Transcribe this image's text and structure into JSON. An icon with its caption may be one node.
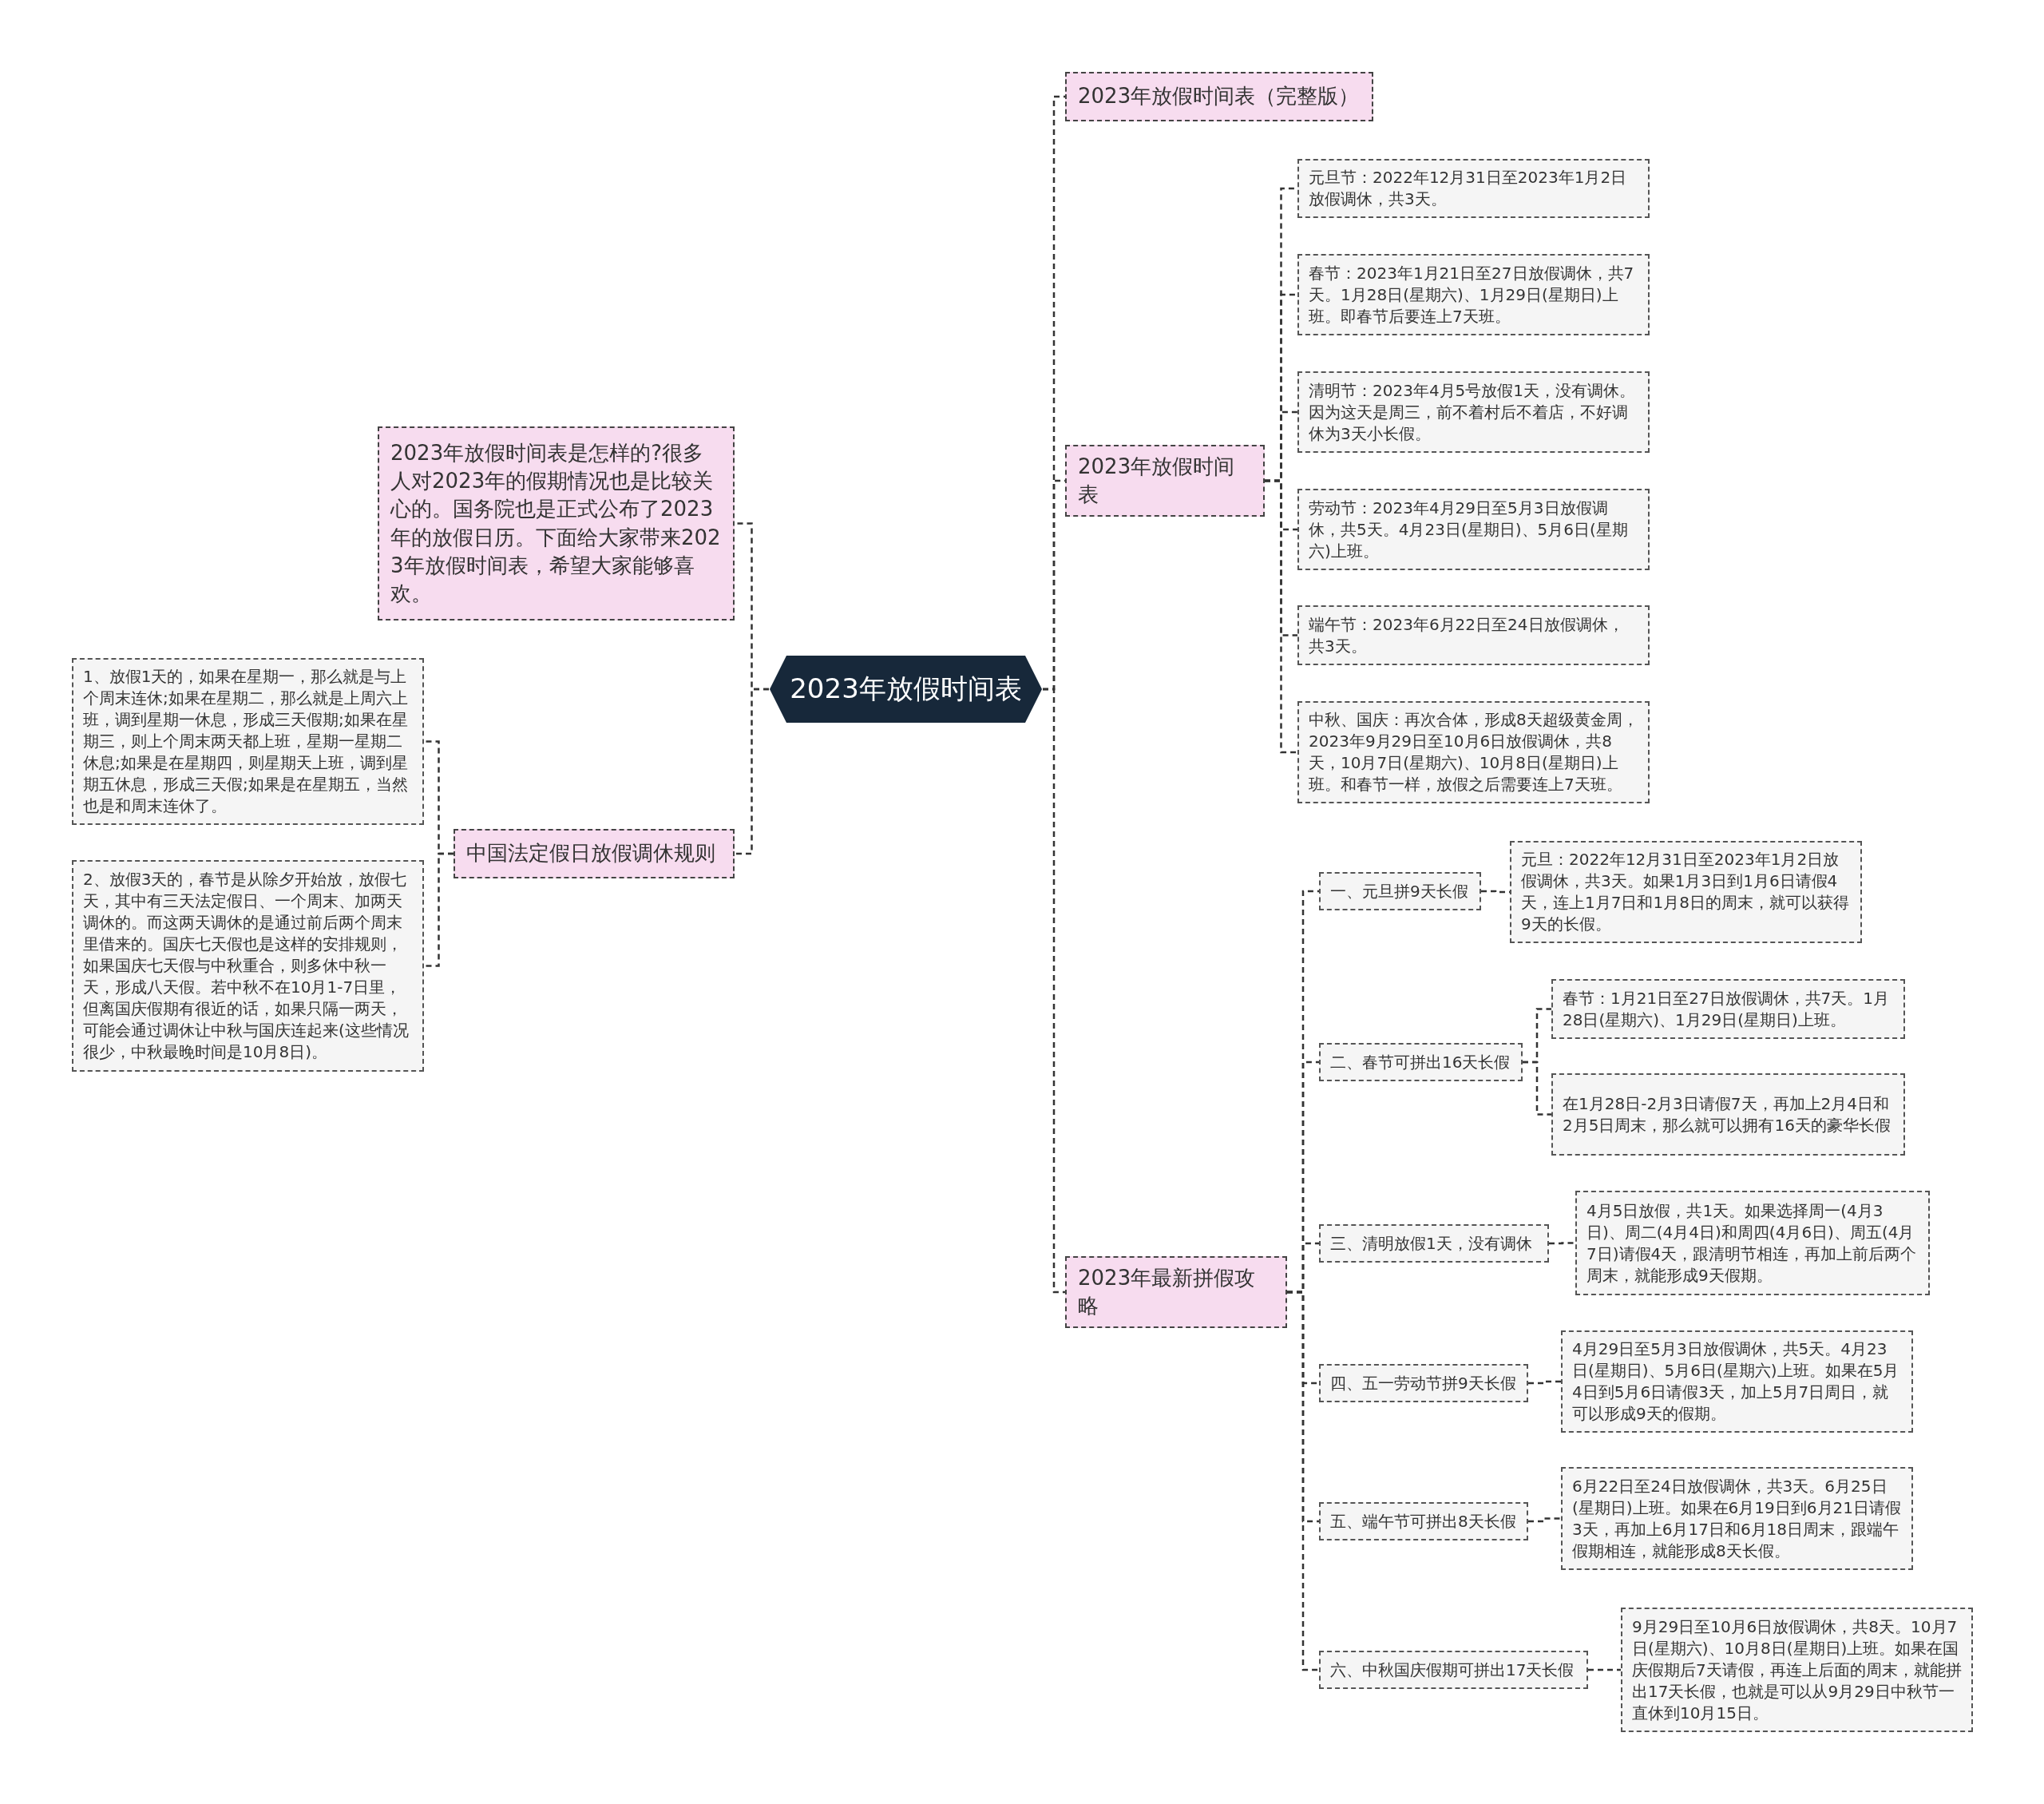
{
  "diagram": {
    "nodes": [
      {
        "text": [
          "2023年放假时间表"
        ]
      },
      {
        "text": [
          "2023年放假时间表是怎样的?很多人对2023年的假期情况也是比较关心的。国务院也是正式公布了2023年的放假日历。下面给大家带来2023年放假时间表，希望大家能够喜欢。"
        ]
      },
      {
        "text": [
          "中国法定假日放假调休规则"
        ]
      },
      {
        "text": [
          "1、放假1天的，如果在星期一，那么就是与上个周末连休;如果在星期二，那么就是上周六上班，调到星期一休息，形成三天假期;如果在星期三，则上个周末两天都上班，星期一星期二休息;如果是在星期四，则星期天上班，调到星期五休息，形成三天假;如果是在星期五，当然也是和周末连休了。"
        ]
      },
      {
        "text": [
          "2、放假3天的，春节是从除夕开始放，放假七天，其中有三天法定假日、一个周末、加两天调休的。而这两天调休的是通过前后两个周末里借来的。国庆七天假也是这样的安排规则，如果国庆七天假与中秋重合，则多休中秋一天，形成八天假。若中秋不在10月1-7日里，但离国庆假期有很近的话，如果只隔一两天，可能会通过调休让中秋与国庆连起来(这些情况很少，中秋最晚时间是10月8日)。"
        ]
      },
      {
        "text": [
          "2023年放假时间表（完整版）"
        ]
      },
      {
        "text": [
          "2023年放假时间表"
        ]
      },
      {
        "text": [
          "元旦节：2022年12月31日至2023年1月2日放假调休，共3天。"
        ]
      },
      {
        "text": [
          "春节：2023年1月21日至27日放假调休，共7天。1月28日(星期六)、1月29日(星期日)上班。即春节后要连上7天班。"
        ]
      },
      {
        "text": [
          "清明节：2023年4月5号放假1天，没有调休。因为这天是周三，前不着村后不着店，不好调休为3天小长假。"
        ]
      },
      {
        "text": [
          "劳动节：2023年4月29日至5月3日放假调休，共5天。4月23日(星期日)、5月6日(星期六)上班。"
        ]
      },
      {
        "text": [
          "端午节：2023年6月22日至24日放假调休，共3天。"
        ]
      },
      {
        "text": [
          "中秋、国庆：再次合体，形成8天超级黄金周，2023年9月29日至10月6日放假调休，共8天，10月7日(星期六)、10月8日(星期日)上班。和春节一样，放假之后需要连上7天班。"
        ]
      },
      {
        "text": [
          "2023年最新拼假攻略"
        ]
      },
      {
        "text": [
          "一、元旦拼9天长假"
        ]
      },
      {
        "text": [
          "元旦：2022年12月31日至2023年1月2日放假调休，共3天。如果1月3日到1月6日请假4天，连上1月7日和1月8日的周末，就可以获得9天的长假。"
        ]
      },
      {
        "text": [
          "二、春节可拼出16天长假"
        ]
      },
      {
        "text": [
          "春节：1月21日至27日放假调休，共7天。1月28日(星期六)、1月29日(星期日)上班。"
        ]
      },
      {
        "text": [
          "在1月28日-2月3日请假7天，再加上2月4日和2月5日周末，那么就可以拥有16天的豪华长假"
        ]
      },
      {
        "text": [
          "三、清明放假1天，没有调休"
        ]
      },
      {
        "text": [
          "4月5日放假，共1天。如果选择周一(4月3日)、周二(4月4日)和周四(4月6日)、周五(4月7日)请假4天，跟清明节相连，再加上前后两个周末，就能形成9天假期。"
        ]
      },
      {
        "text": [
          "四、五一劳动节拼9天长假"
        ]
      },
      {
        "text": [
          "4月29日至5月3日放假调休，共5天。4月23日(星期日)、5月6日(星期六)上班。如果在5月4日到5月6日请假3天，加上5月7日周日，就可以形成9天的假期。"
        ]
      },
      {
        "text": [
          "五、端午节可拼出8天长假"
        ]
      },
      {
        "text": [
          "6月22日至24日放假调休，共3天。6月25日(星期日)上班。如果在6月19日到6月21日请假3天，再加上6月17日和6月18日周末，跟端午假期相连，就能形成8天长假。"
        ]
      },
      {
        "text": [
          "六、中秋国庆假期可拼出17天长假"
        ]
      },
      {
        "text": [
          "9月29日至10月6日放假调休，共8天。10月7日(星期六)、10月8日(星期日)上班。如果在国庆假期后7天请假，再连上后面的周末，就能拼出17天长假，也就是可以从9月29日中秋节一直休到10月15日。"
        ]
      }
    ],
    "edges": [
      {
        "from": 0,
        "to": 1,
        "arrow": "none"
      },
      {
        "from": 0,
        "to": 2,
        "arrow": "none"
      },
      {
        "from": 2,
        "to": 3,
        "arrow": "none"
      },
      {
        "from": 2,
        "to": 4,
        "arrow": "none"
      },
      {
        "from": 0,
        "to": 5,
        "arrow": "none"
      },
      {
        "from": 0,
        "to": 6,
        "arrow": "none"
      },
      {
        "from": 6,
        "to": 7,
        "arrow": "none"
      },
      {
        "from": 6,
        "to": 8,
        "arrow": "none"
      },
      {
        "from": 6,
        "to": 9,
        "arrow": "none"
      },
      {
        "from": 6,
        "to": 10,
        "arrow": "none"
      },
      {
        "from": 6,
        "to": 11,
        "arrow": "none"
      },
      {
        "from": 6,
        "to": 12,
        "arrow": "none"
      },
      {
        "from": 0,
        "to": 13,
        "arrow": "none"
      },
      {
        "from": 13,
        "to": 14,
        "arrow": "none"
      },
      {
        "from": 14,
        "to": 15,
        "arrow": "none"
      },
      {
        "from": 13,
        "to": 16,
        "arrow": "none"
      },
      {
        "from": 16,
        "to": 17,
        "arrow": "none"
      },
      {
        "from": 16,
        "to": 18,
        "arrow": "none"
      },
      {
        "from": 13,
        "to": 19,
        "arrow": "none"
      },
      {
        "from": 19,
        "to": 20,
        "arrow": "none"
      },
      {
        "from": 13,
        "to": 21,
        "arrow": "none"
      },
      {
        "from": 21,
        "to": 22,
        "arrow": "none"
      },
      {
        "from": 13,
        "to": 23,
        "arrow": "none"
      },
      {
        "from": 23,
        "to": 24,
        "arrow": "none"
      },
      {
        "from": 13,
        "to": 25,
        "arrow": "none"
      },
      {
        "from": 25,
        "to": 26,
        "arrow": "none"
      }
    ]
  }
}
